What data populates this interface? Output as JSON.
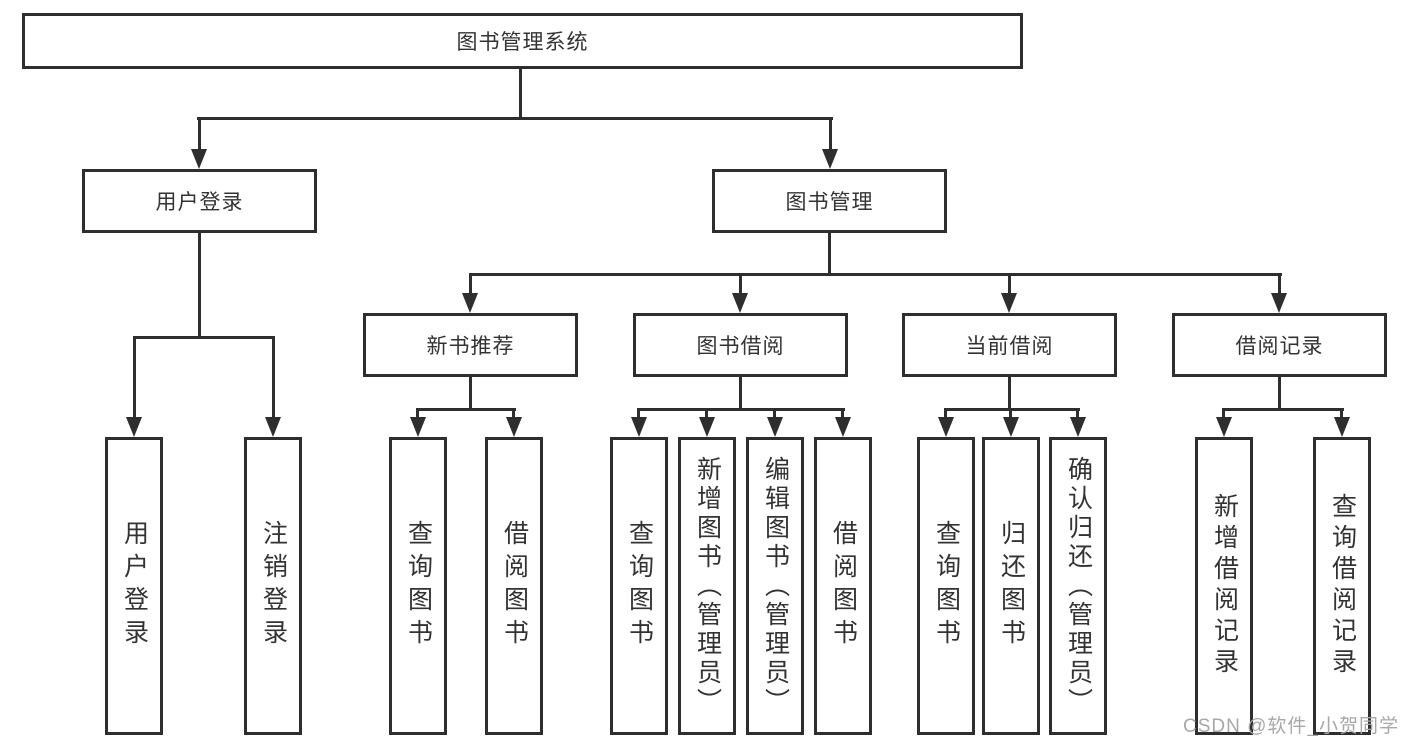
{
  "diagram": {
    "root": {
      "label": "图书管理系统"
    },
    "branches": [
      {
        "label": "用户登录",
        "leaves": [
          "用户登录",
          "注销登录"
        ]
      },
      {
        "label": "图书管理",
        "groups": [
          {
            "label": "新书推荐",
            "leaves": [
              "查询图书",
              "借阅图书"
            ]
          },
          {
            "label": "图书借阅",
            "leaves": [
              "查询图书",
              "新增图书（管理员）",
              "编辑图书（管理员）",
              "借阅图书"
            ]
          },
          {
            "label": "当前借阅",
            "leaves": [
              "查询图书",
              "归还图书",
              "确认归还（管理员）"
            ]
          },
          {
            "label": "借阅记录",
            "leaves": [
              "新增借阅记录",
              "查询借阅记录"
            ]
          }
        ]
      }
    ]
  },
  "colors": {
    "line": "#2e2e2e",
    "text": "#333333",
    "box_background": "#ffffff",
    "watermark": "#a8a8a8"
  },
  "watermark": "CSDN @软件_小贺同学"
}
